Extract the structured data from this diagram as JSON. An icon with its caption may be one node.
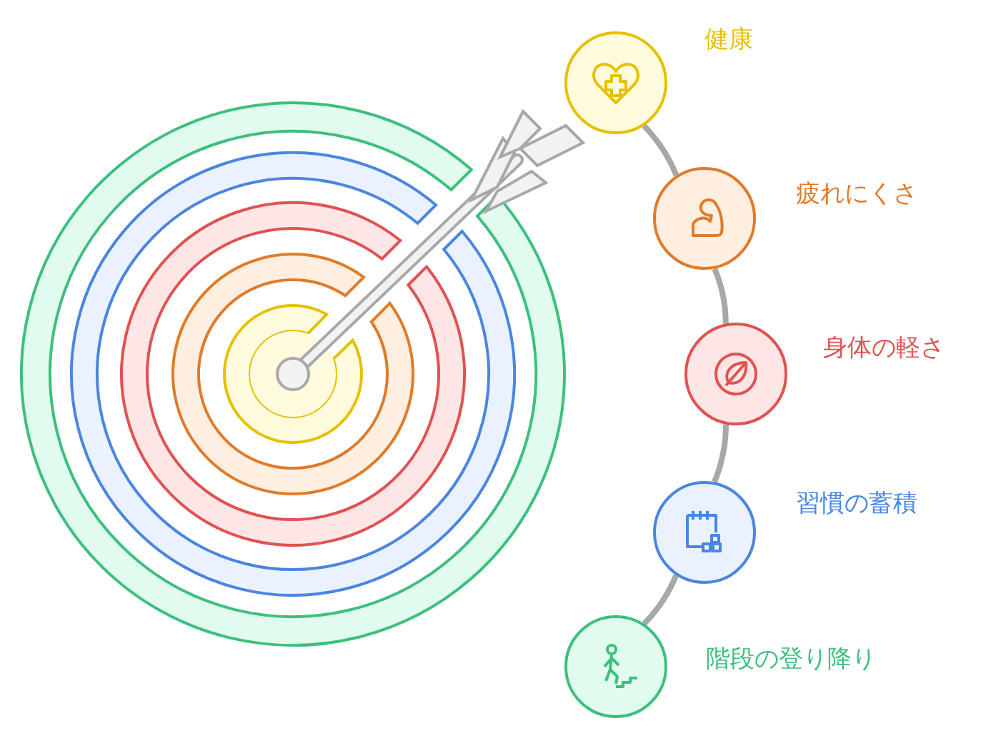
{
  "diagram": {
    "nodes": [
      {
        "text": [],
        "shape": "circle",
        "beside": [
          "健康"
        ]
      },
      {
        "text": [],
        "shape": "circle",
        "beside": [
          "疲れにくさ"
        ]
      },
      {
        "text": [],
        "shape": "circle",
        "beside": [
          "身体の軽さ"
        ]
      },
      {
        "text": [],
        "shape": "circle",
        "beside": [
          "習慣の蓄積"
        ]
      },
      {
        "text": [],
        "shape": "circle",
        "beside": [
          "階段の登り降り"
        ]
      }
    ],
    "edges": [
      {
        "from": 0,
        "to": 1,
        "arrow": "none"
      },
      {
        "from": 1,
        "to": 2,
        "arrow": "none"
      },
      {
        "from": 2,
        "to": 3,
        "arrow": "none"
      },
      {
        "from": 3,
        "to": 4,
        "arrow": "none"
      }
    ]
  }
}
